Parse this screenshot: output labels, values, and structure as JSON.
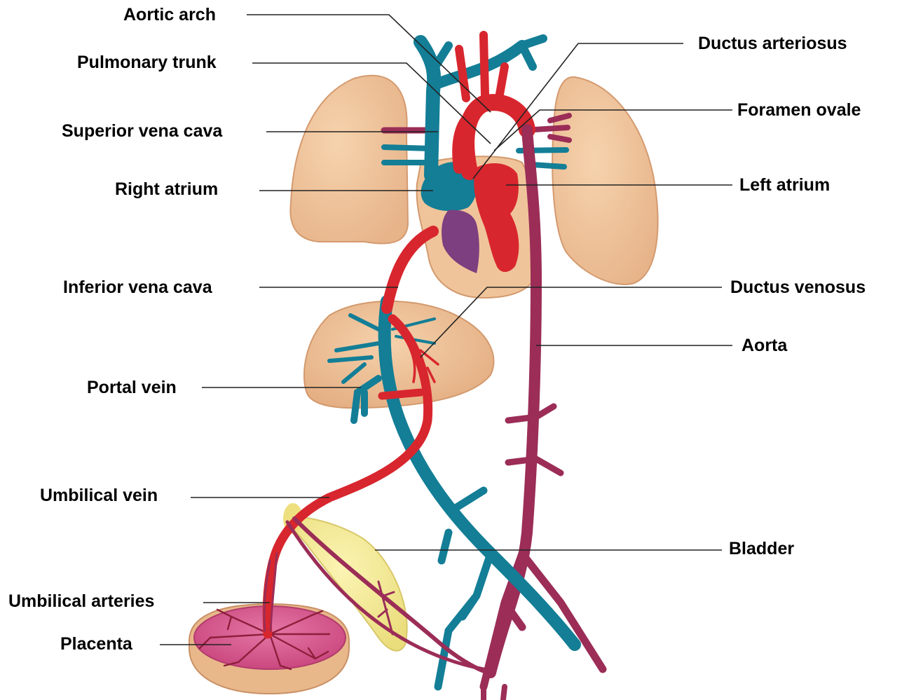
{
  "labels_left": {
    "aortic_arch": "Aortic arch",
    "pulmonary_trunk": "Pulmonary trunk",
    "superior_vena_cava": "Superior vena cava",
    "right_atrium": "Right atrium",
    "inferior_vena_cava": "Inferior vena cava",
    "portal_vein": "Portal vein",
    "umbilical_vein": "Umbilical vein",
    "umbilical_arteries": "Umbilical arteries",
    "placenta": "Placenta"
  },
  "labels_right": {
    "ductus_arteriosus": "Ductus arteriosus",
    "foramen_ovale": "Foramen ovale",
    "left_atrium": "Left atrium",
    "ductus_venosus": "Ductus venosus",
    "aorta": "Aorta",
    "bladder": "Bladder"
  },
  "colors": {
    "oxygenated": "#d8262e",
    "deoxygenated": "#137e96",
    "mixed": "#9b2d57",
    "ventricle": "#7d3f7f",
    "organ": "#efc49a",
    "bladder": "#f3ea93",
    "placenta_surface": "#d55a8e"
  }
}
